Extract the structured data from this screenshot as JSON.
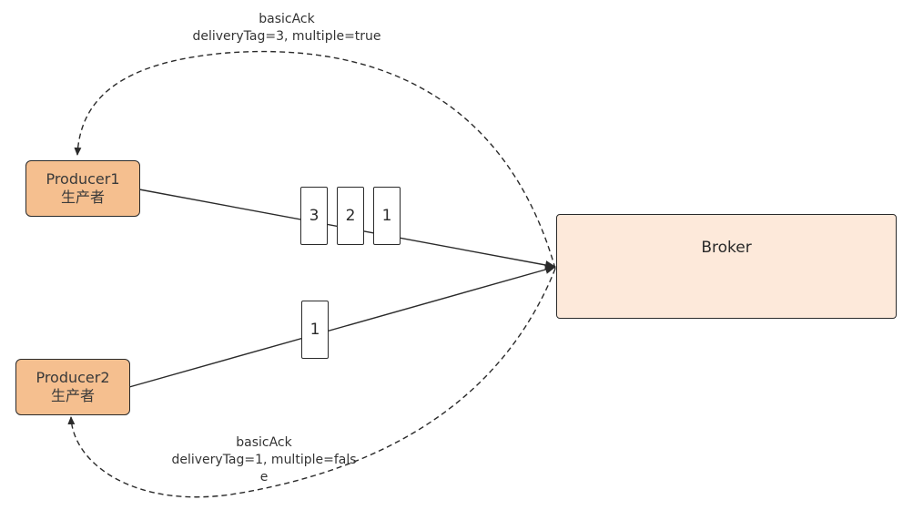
{
  "producers": [
    {
      "name": "Producer1",
      "subtitle": "生产者"
    },
    {
      "name": "Producer2",
      "subtitle": "生产者"
    }
  ],
  "broker": {
    "name": "Broker"
  },
  "messages": {
    "producer1": [
      "3",
      "2",
      "1"
    ],
    "producer2": [
      "1"
    ]
  },
  "acks": {
    "top": {
      "method": "basicAck",
      "params": "deliveryTag=3, multiple=true"
    },
    "bottom": {
      "method": "basicAck",
      "params_line1": "deliveryTag=1, multiple=fals",
      "params_line2": "e"
    }
  },
  "colors": {
    "producer_fill": "#f5bf8f",
    "broker_fill": "#fde9da",
    "line": "#2a2a2a"
  }
}
